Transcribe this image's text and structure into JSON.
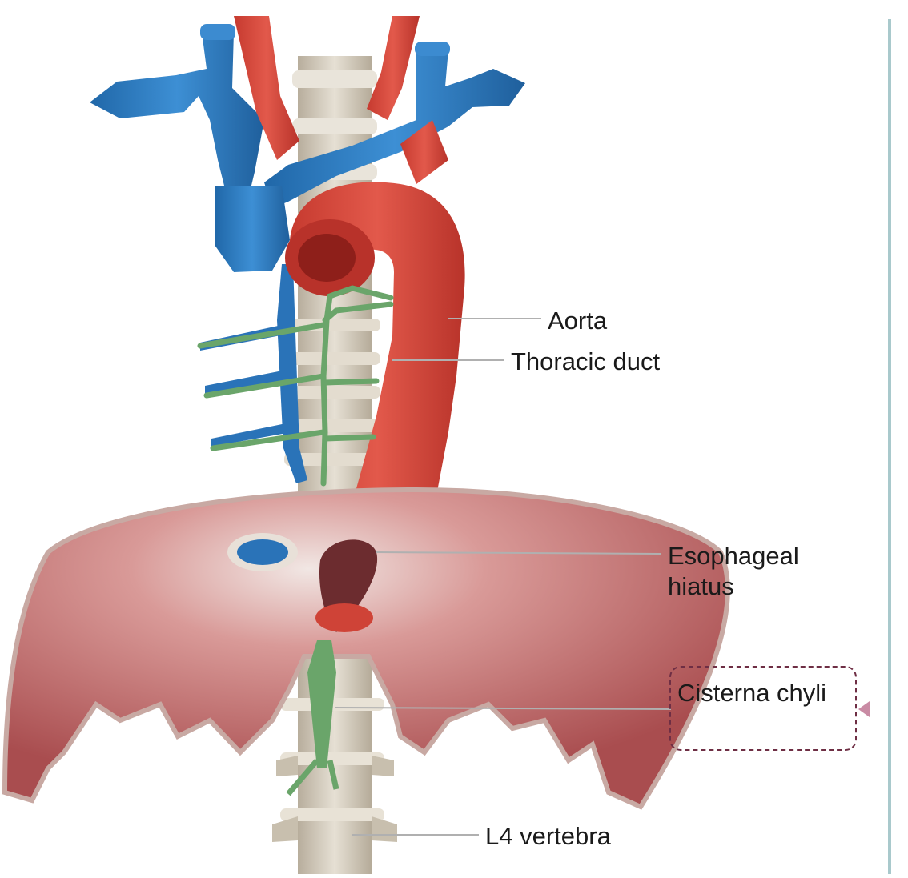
{
  "figure": {
    "labels": {
      "aorta": "Aorta",
      "thoracic_duct": "Thoracic duct",
      "esophageal_hiatus": "Esophageal\nhiatus",
      "cisterna_chyli": "Cisterna chyli",
      "l4_vertebra": "L4 vertebra"
    },
    "highlighted_label": "cisterna_chyli"
  },
  "colors": {
    "artery": "#d2463a",
    "vein": "#2e7cc2",
    "lymph": "#6aa56a",
    "diaphragm": "#b9595a",
    "bone": "#d9d2c4",
    "callout_border": "#6e2e44",
    "side_rule": "#a9c9cc",
    "pointer": "#c98ba4"
  }
}
